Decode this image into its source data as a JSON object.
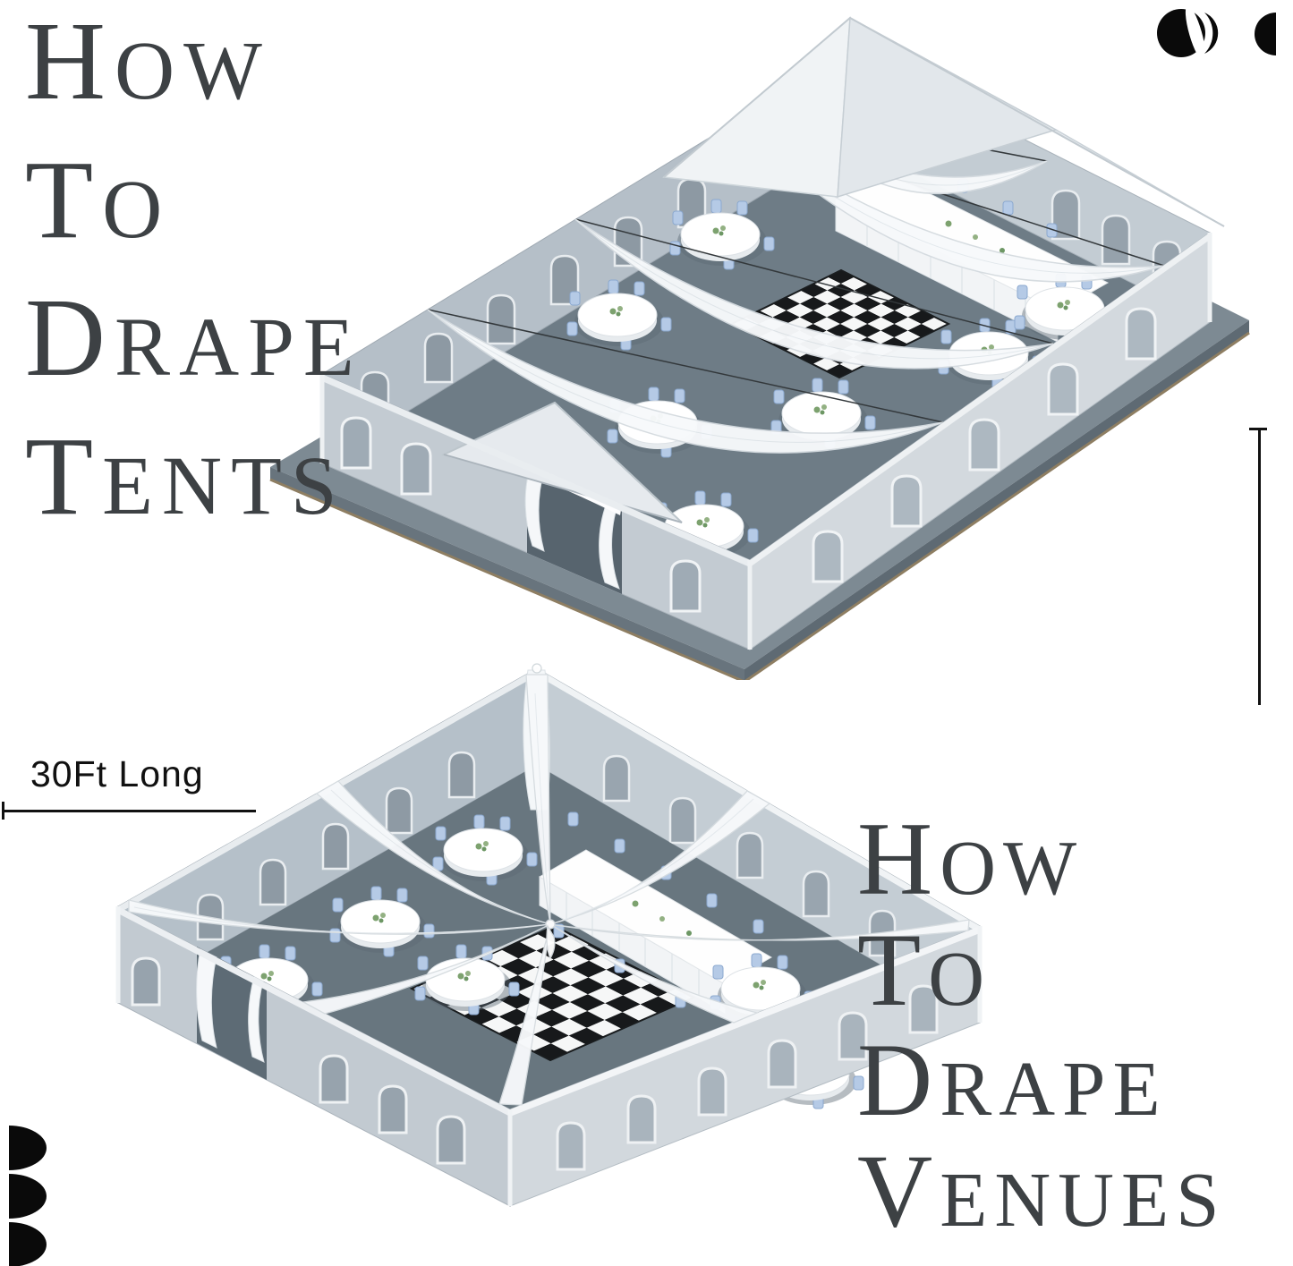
{
  "titles": {
    "tents": {
      "lines": [
        "How",
        "to",
        "Drape",
        "Tents"
      ]
    },
    "venues": {
      "lines": [
        "How",
        "to",
        "Drape",
        "Venues"
      ]
    }
  },
  "dimension": {
    "label": "30Ft Long"
  },
  "branding": {
    "top_right_icon": "split-circle-and-crescent-icon",
    "bottom_left_icon": "stacked-half-disc-icons"
  },
  "palette": {
    "title_text": "#3d4144",
    "label_text": "#111111",
    "drape_white": "#f7f9fb",
    "wall_light": "#d3d9de",
    "wall_interior": "#b5bfc8",
    "floor_slate": "#6e7c86",
    "chair_blue": "#b5cae6",
    "checker_black": "#17191b",
    "checker_white": "#f6f7f7"
  }
}
